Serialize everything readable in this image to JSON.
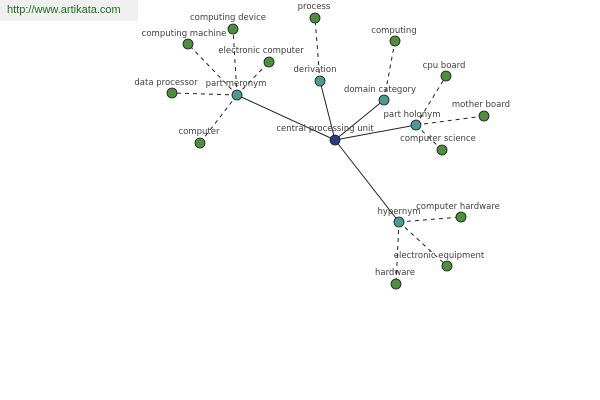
{
  "banner": {
    "url": "http://www.artikata.com"
  },
  "colors": {
    "center": "#2c3b86",
    "relation": "#4f9a8e",
    "term": "#4f8f3c"
  },
  "center": {
    "label": "central processing unit"
  },
  "relations": [
    {
      "label": "part meronym"
    },
    {
      "label": "derivation"
    },
    {
      "label": "domain category"
    },
    {
      "label": "part holonym"
    },
    {
      "label": "hypernym"
    }
  ],
  "terms": [
    {
      "label": "computing device",
      "relation": 0
    },
    {
      "label": "computing machine",
      "relation": 0
    },
    {
      "label": "electronic computer",
      "relation": 0
    },
    {
      "label": "data processor",
      "relation": 0
    },
    {
      "label": "computer",
      "relation": 0
    },
    {
      "label": "process",
      "relation": 1
    },
    {
      "label": "computing",
      "relation": 2
    },
    {
      "label": "cpu board",
      "relation": 3
    },
    {
      "label": "mother board",
      "relation": 3
    },
    {
      "label": "computer science",
      "relation": 3
    },
    {
      "label": "computer hardware",
      "relation": 4
    },
    {
      "label": "electronic equipment",
      "relation": 4
    },
    {
      "label": "hardware",
      "relation": 4
    }
  ]
}
